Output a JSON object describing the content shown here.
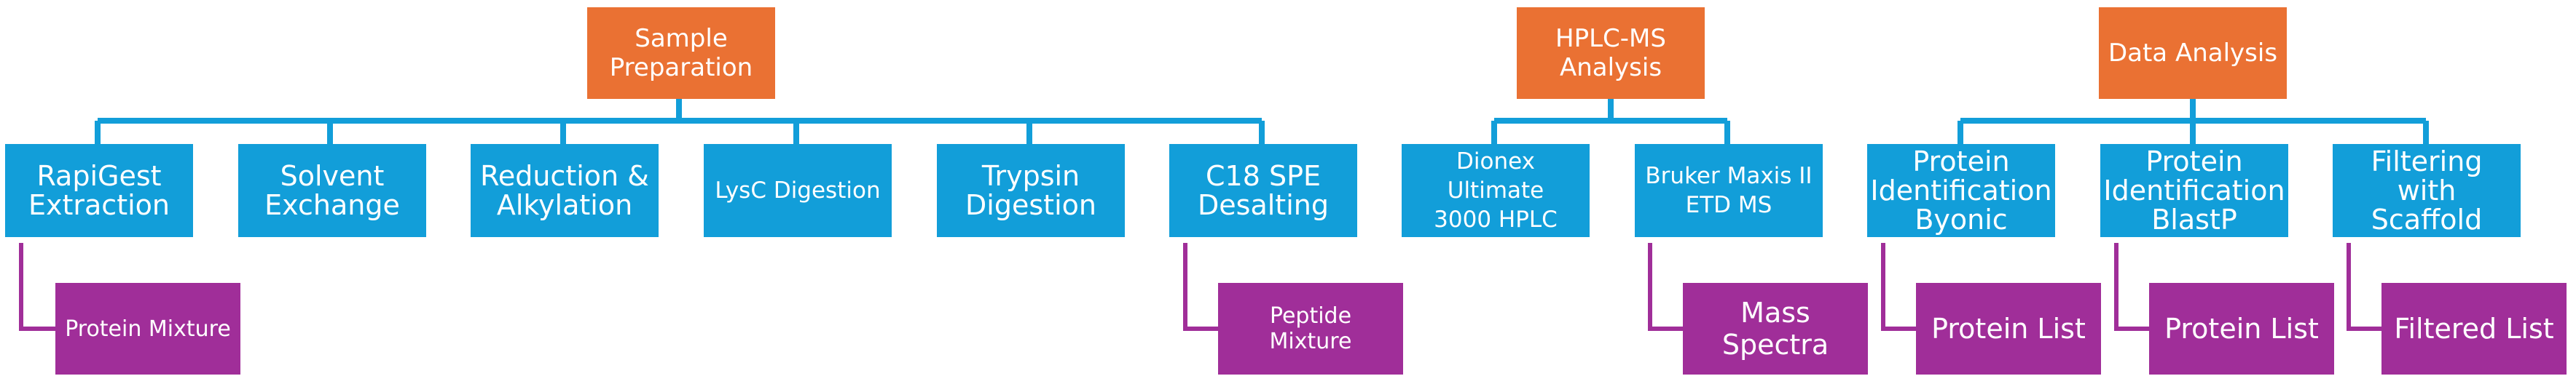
{
  "diagram": {
    "colors": {
      "phase": "#ea7133",
      "step": "#129ed9",
      "output": "#a02e99",
      "connector_phase": "#129ed9",
      "connector_output": "#a02e99"
    },
    "phases": [
      {
        "id": "sample-preparation",
        "label": "Sample\nPreparation"
      },
      {
        "id": "hplc-ms-analysis",
        "label": "HPLC-MS\nAnalysis"
      },
      {
        "id": "data-analysis",
        "label": "Data Analysis"
      }
    ],
    "steps": [
      {
        "id": "rapigest-extraction",
        "phase": "sample-preparation",
        "label": "RapiGest\nExtraction"
      },
      {
        "id": "solvent-exchange",
        "phase": "sample-preparation",
        "label": "Solvent\nExchange"
      },
      {
        "id": "reduction-alkylation",
        "phase": "sample-preparation",
        "label": "Reduction &\nAlkylation"
      },
      {
        "id": "lysc-digestion",
        "phase": "sample-preparation",
        "label": "LysC Digestion"
      },
      {
        "id": "trypsin-digestion",
        "phase": "sample-preparation",
        "label": "Trypsin\nDigestion"
      },
      {
        "id": "c18-spe-desalting",
        "phase": "sample-preparation",
        "label": "C18 SPE\nDesalting"
      },
      {
        "id": "dionex-ultimate-hplc",
        "phase": "hplc-ms-analysis",
        "label": "Dionex Ultimate\n3000 HPLC"
      },
      {
        "id": "bruker-maxis-ms",
        "phase": "hplc-ms-analysis",
        "label": "Bruker Maxis II\nETD MS"
      },
      {
        "id": "protein-id-byonic",
        "phase": "data-analysis",
        "label": "Protein\nIdentification\nByonic"
      },
      {
        "id": "protein-id-blastp",
        "phase": "data-analysis",
        "label": "Protein\nIdentification\nBlastP"
      },
      {
        "id": "filtering-scaffold",
        "phase": "data-analysis",
        "label": "Filtering with\nScaffold"
      }
    ],
    "outputs": [
      {
        "id": "protein-mixture",
        "from": "rapigest-extraction",
        "label": "Protein Mixture"
      },
      {
        "id": "peptide-mixture",
        "from": "c18-spe-desalting",
        "label": "Peptide Mixture"
      },
      {
        "id": "mass-spectra",
        "from": "bruker-maxis-ms",
        "label": "Mass Spectra"
      },
      {
        "id": "protein-list-byonic",
        "from": "protein-id-byonic",
        "label": "Protein List"
      },
      {
        "id": "protein-list-blastp",
        "from": "protein-id-blastp",
        "label": "Protein List"
      },
      {
        "id": "filtered-list",
        "from": "filtering-scaffold",
        "label": "Filtered List"
      }
    ]
  }
}
